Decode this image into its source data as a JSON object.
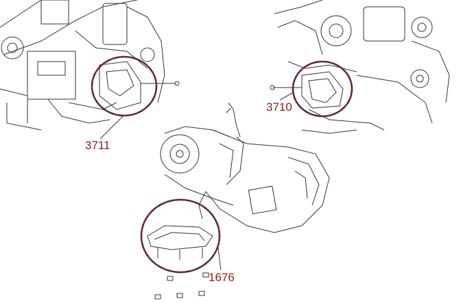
{
  "callouts": {
    "left_engine_mount": "3711",
    "right_engine_mount": "3710",
    "transmission_mount": "1676"
  },
  "colors": {
    "line_art": "#333333",
    "callout_text": "#8b1c1c",
    "callout_ring_primary": "#7a1a1a",
    "callout_ring_secondary": "#2e3a8c"
  }
}
